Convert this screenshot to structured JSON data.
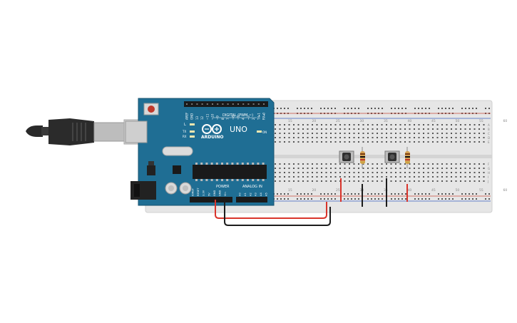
{
  "board": {
    "brand": "ARDUINO",
    "model": "UNO",
    "digital_header_label": "DIGITAL (PWM ~)",
    "power_label": "POWER",
    "analog_label": "ANALOG IN",
    "on_label": "ON",
    "led_l": "L",
    "led_tx": "TX",
    "led_rx": "RX",
    "digital_pins": [
      "AREF",
      "GND",
      "13",
      "12",
      "~11",
      "~10",
      "~9",
      "8",
      "7",
      "~6",
      "~5",
      "4",
      "~3",
      "2",
      "TX▸1",
      "RX◂0"
    ],
    "power_pins": [
      "IOREF",
      "RESET",
      "3.3V",
      "5V",
      "GND",
      "GND",
      "Vin"
    ],
    "analog_pins": [
      "A0",
      "A1",
      "A2",
      "A3",
      "A4",
      "A5"
    ]
  },
  "breadboard": {
    "col_numbers": [
      "15",
      "20",
      "25",
      "30",
      "35",
      "40",
      "45",
      "50",
      "55",
      "60"
    ],
    "row_letters_top": [
      "A",
      "B",
      "C",
      "D",
      "E"
    ],
    "row_letters_bottom": [
      "F",
      "G",
      "H",
      "I",
      "J"
    ]
  },
  "colors": {
    "board": "#1f6e94",
    "breadboard": "#e6e6e6",
    "wire_red": "#d9342b",
    "wire_black": "#1c1c1c",
    "resistor_body": "#d3a052",
    "button": "#2f2f2f"
  }
}
